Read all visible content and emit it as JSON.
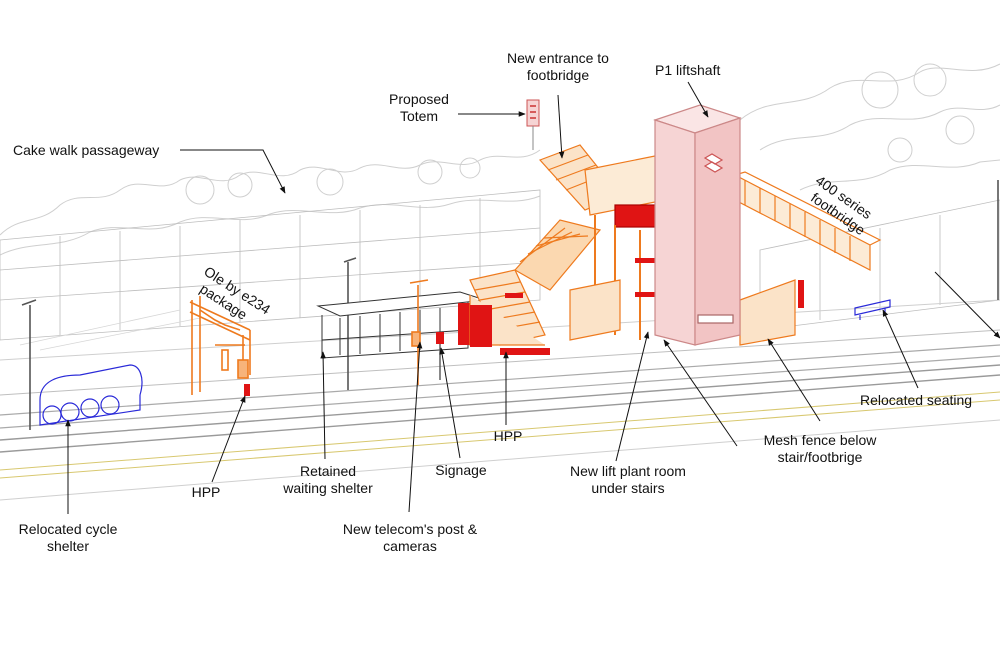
{
  "labels": {
    "cake_walk": "Cake walk passageway",
    "proposed_totem": [
      "Proposed",
      "Totem"
    ],
    "new_entrance": [
      "New entrance to",
      "footbridge"
    ],
    "p1_liftshaft": "P1 liftshaft",
    "ole": [
      "Ole by e234",
      "package"
    ],
    "footbridge_400": [
      "400 series",
      "footbridge"
    ],
    "relocated_seating": "Relocated seating",
    "hpp_left": "HPP",
    "hpp_center": "HPP",
    "retained_shelter": [
      "Retained",
      "waiting shelter"
    ],
    "signage": "Signage",
    "telecoms": [
      "New telecom's post  &",
      "cameras"
    ],
    "lift_plant": [
      "New lift plant room",
      "under stairs"
    ],
    "mesh_fence": [
      "Mesh fence below",
      "stair/footbrige"
    ],
    "cycle_shelter": [
      "Relocated cycle",
      "shelter"
    ]
  },
  "colors": {
    "steel": "#ee7a1e",
    "liftshaft": "#f6d4d4",
    "red": "#e01414",
    "blue": "#2a2ad8",
    "line": "#1a1a1a",
    "sketch": "#c9c9c9"
  }
}
